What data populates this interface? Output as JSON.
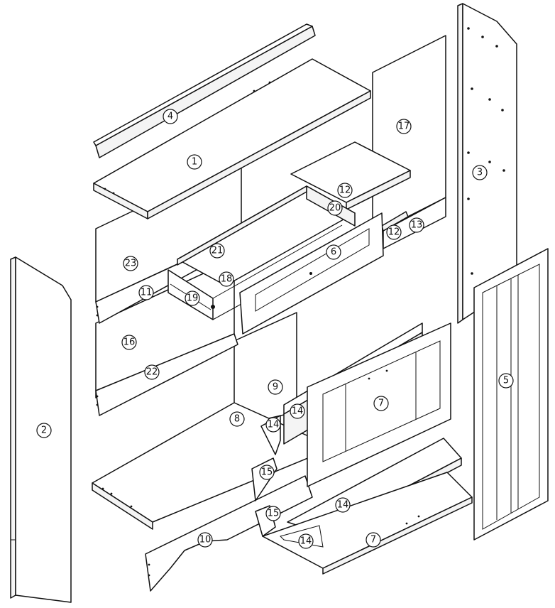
{
  "diagram": {
    "type": "exploded furniture assembly",
    "callouts": [
      "1",
      "2",
      "3",
      "4",
      "5",
      "6",
      "7",
      "7",
      "8",
      "9",
      "10",
      "11",
      "12",
      "12",
      "13",
      "14",
      "14",
      "14",
      "14",
      "15",
      "15",
      "16",
      "17",
      "18",
      "19",
      "20",
      "21",
      "22",
      "23"
    ]
  }
}
